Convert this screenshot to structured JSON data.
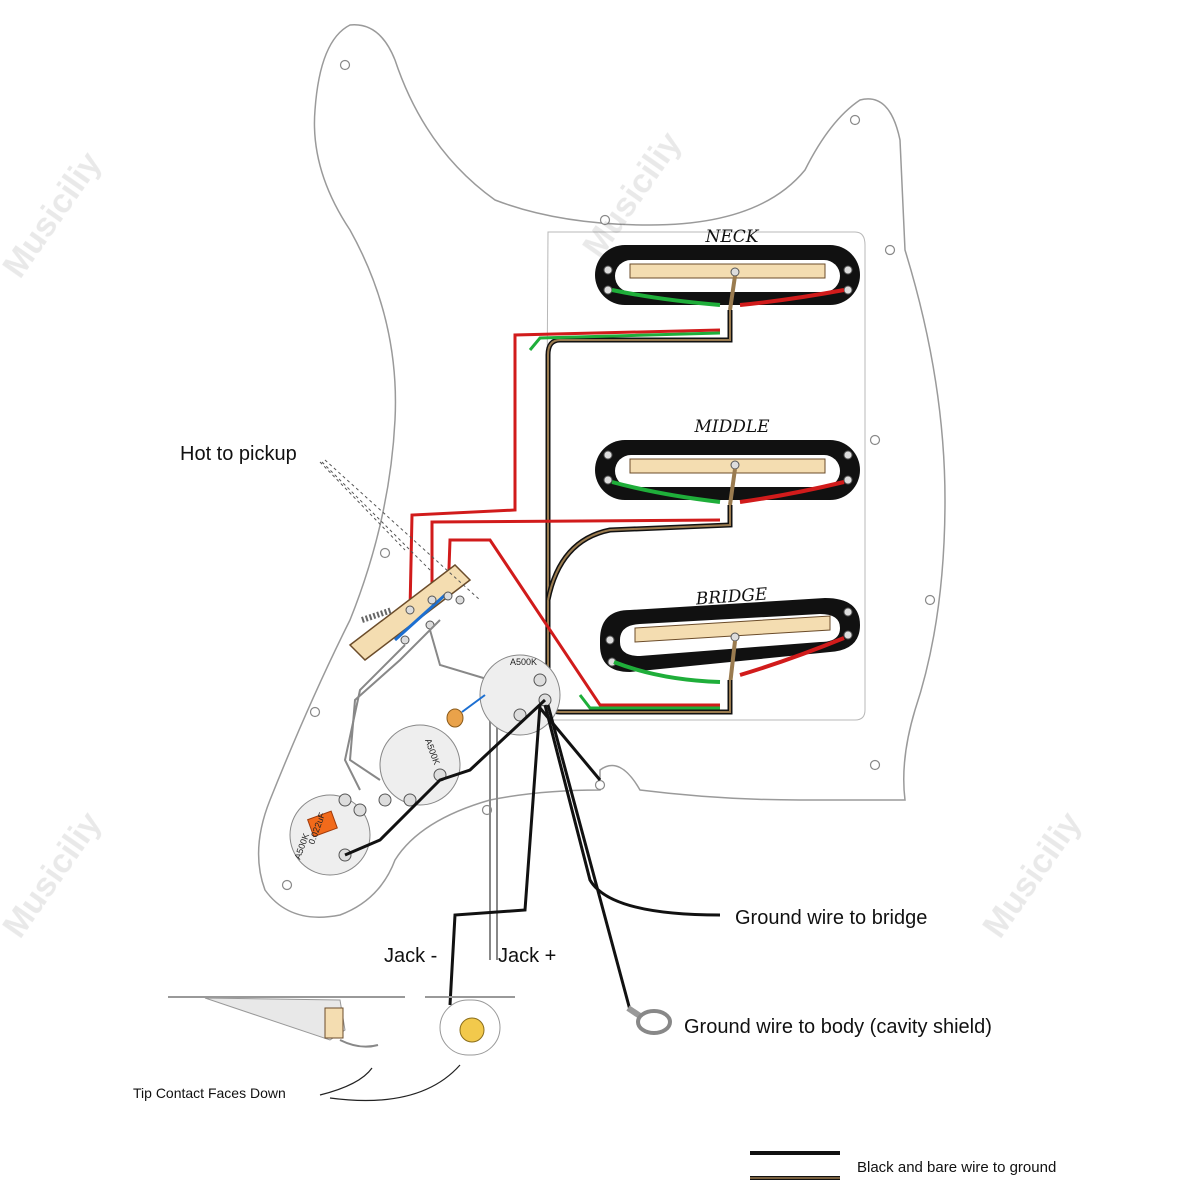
{
  "pickups": {
    "neck": {
      "label": "NECK"
    },
    "middle": {
      "label": "MIDDLE"
    },
    "bridge": {
      "label": "BRIDGE"
    }
  },
  "pots": {
    "volume": {
      "label": "A500K"
    },
    "tone1": {
      "label": "A500K"
    },
    "tone2": {
      "label": "A500K"
    }
  },
  "capacitor": {
    "label": "0.022uF"
  },
  "annotations": {
    "hot_to_pickup": "Hot to pickup",
    "ground_bridge": "Ground wire to bridge",
    "ground_body": "Ground wire to body (cavity shield)",
    "jack_minus": "Jack -",
    "jack_plus": "Jack +",
    "tip_contact": "Tip Contact Faces Down"
  },
  "legend": {
    "ground_wire": "Black and bare wire to ground"
  },
  "watermark": "Musiciliy",
  "colors": {
    "hot_wire": "#d11b1b",
    "coil_green": "#1fae3a",
    "ground_wire": "#111111",
    "bare_wire": "#9a7b4f",
    "bobbin": "#f4ddb1",
    "capacitor": "#f26a1b"
  }
}
